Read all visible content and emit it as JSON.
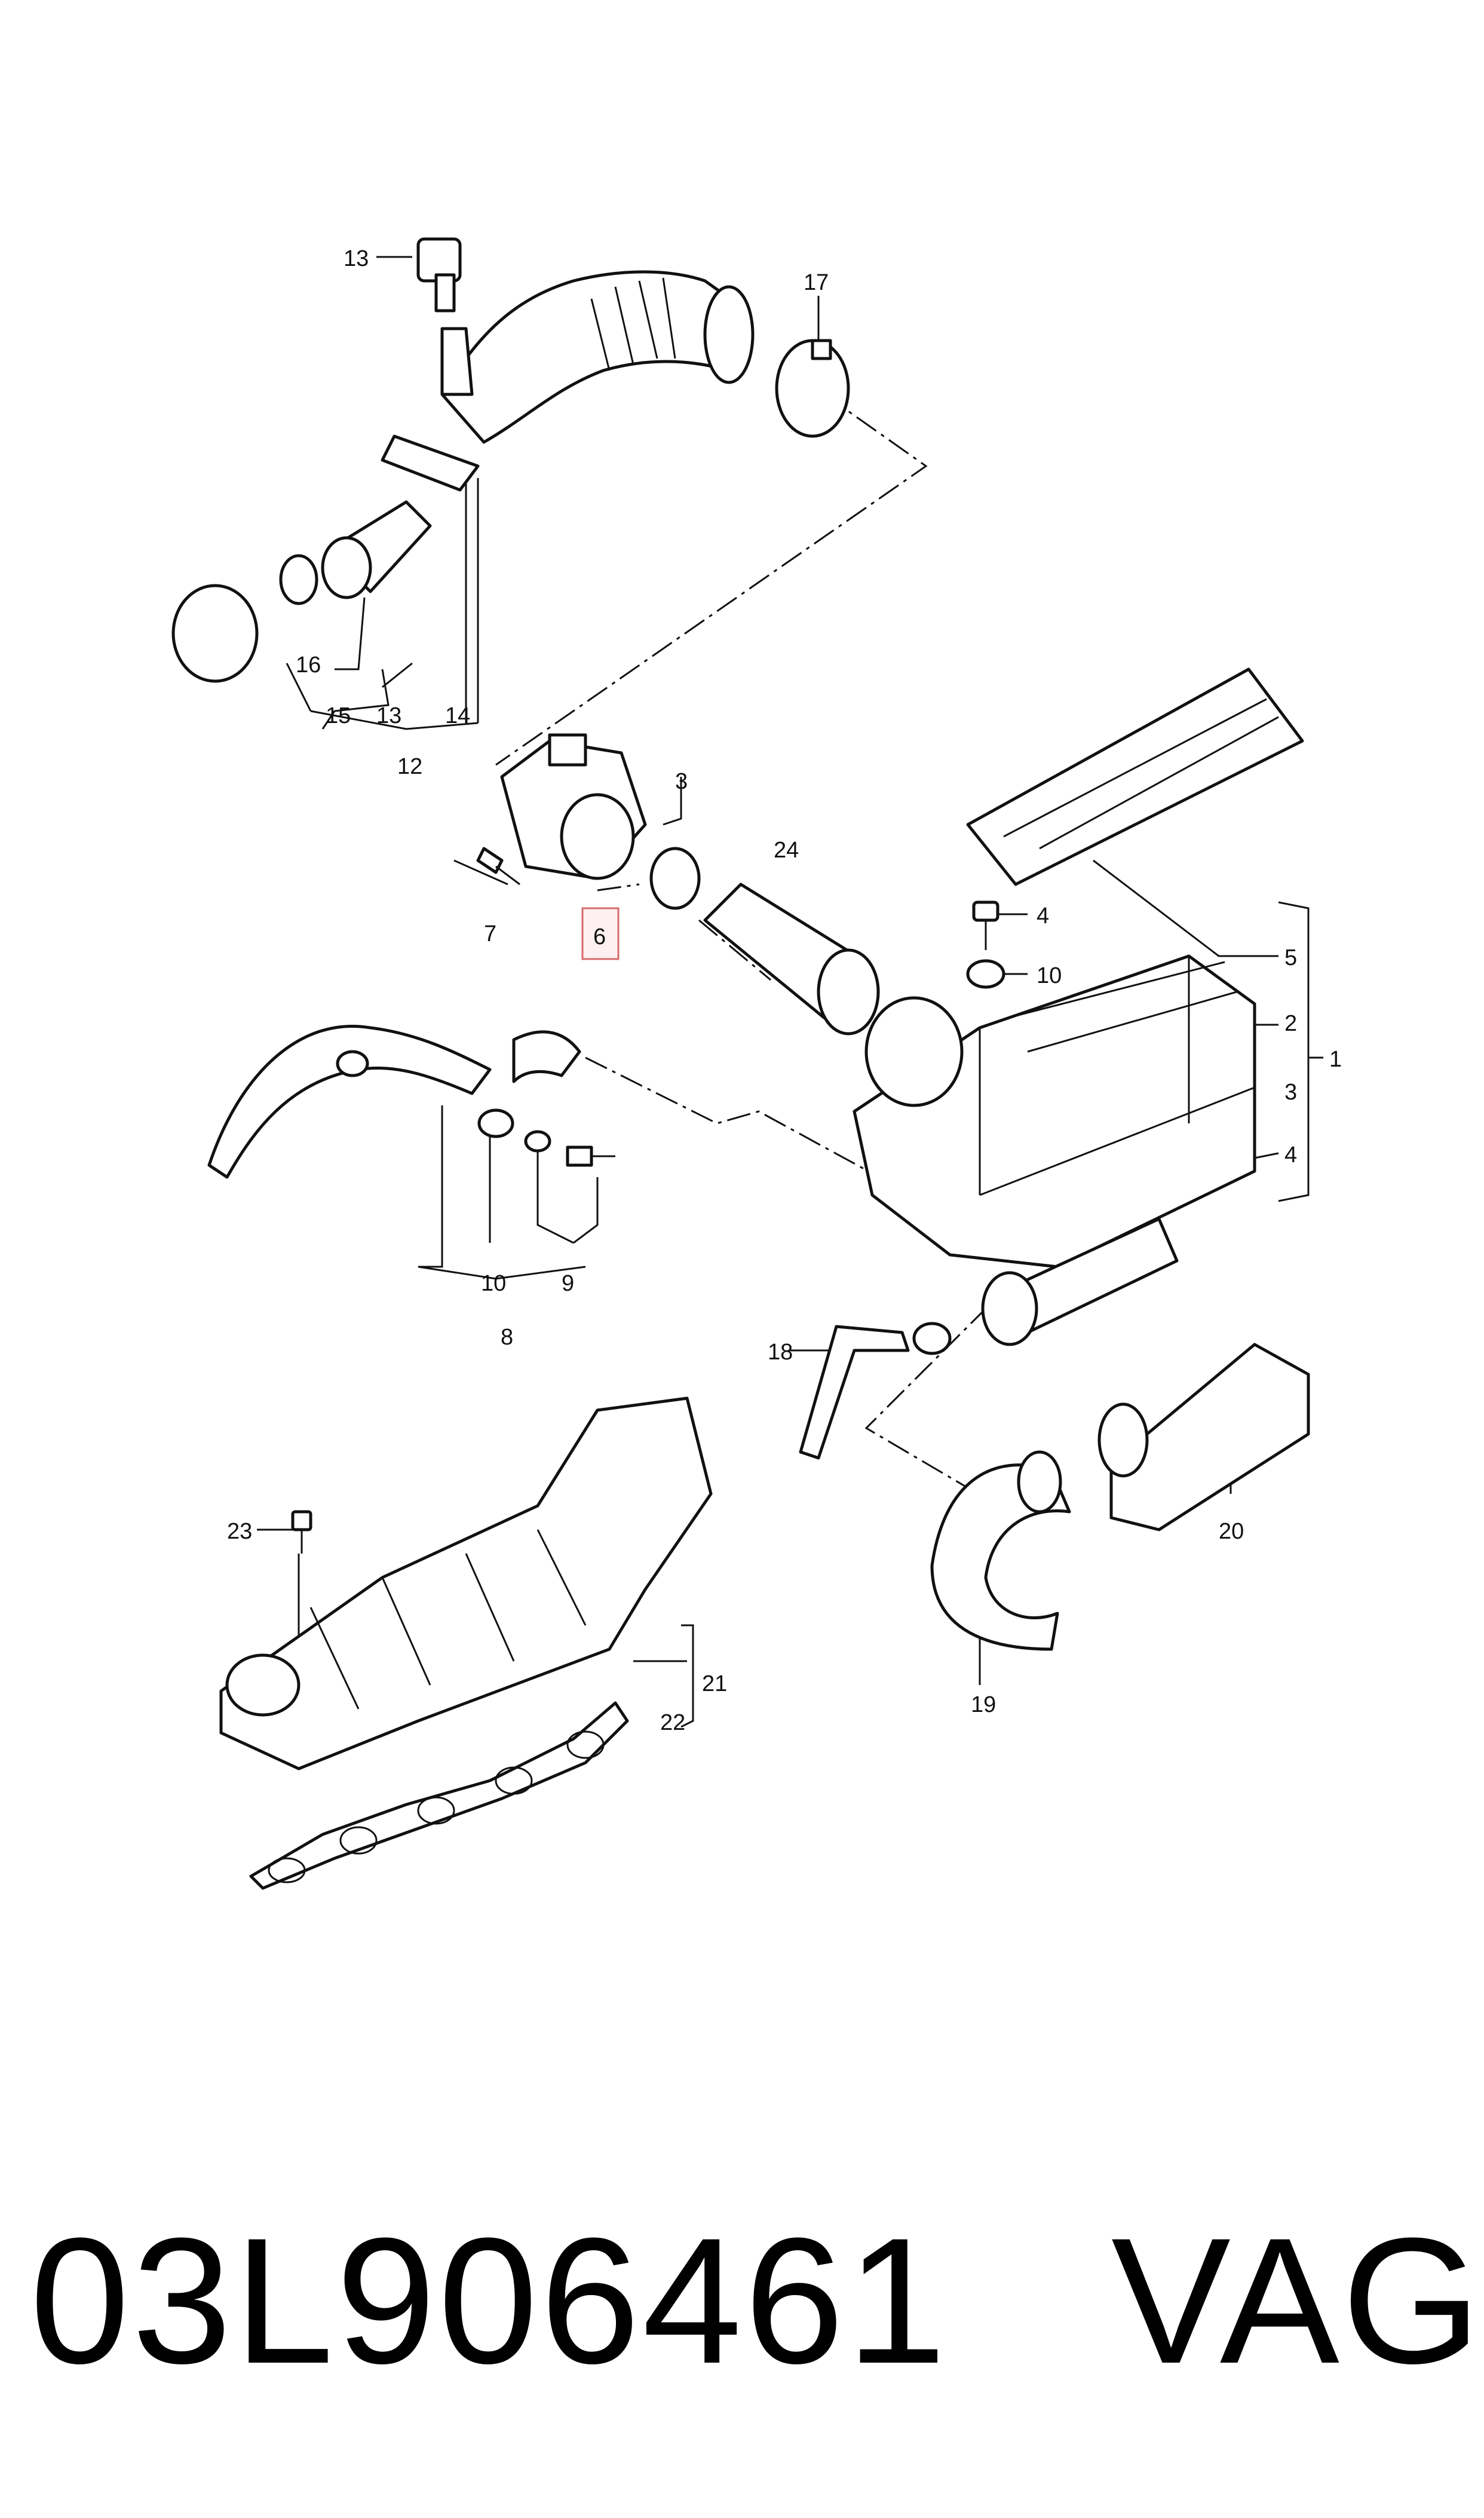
{
  "diagram": {
    "callouts": {
      "c1": "1",
      "c2": "2",
      "c3a": "3",
      "c3b": "3",
      "c4a": "4",
      "c4b": "4",
      "c5": "5",
      "c6": "6",
      "c7": "7",
      "c8": "8",
      "c9": "9",
      "c10a": "10",
      "c10b": "10",
      "c12": "12",
      "c13a": "13",
      "c13b": "13",
      "c14": "14",
      "c15": "15",
      "c16": "16",
      "c17": "17",
      "c18": "18",
      "c19": "19",
      "c20": "20",
      "c21": "21",
      "c22": "22",
      "c23": "23",
      "c24": "24"
    },
    "highlighted_callout": "6",
    "highlight_color": "#d96a6a"
  },
  "footer": {
    "part_number": "03L906461",
    "brand": "VAG"
  }
}
